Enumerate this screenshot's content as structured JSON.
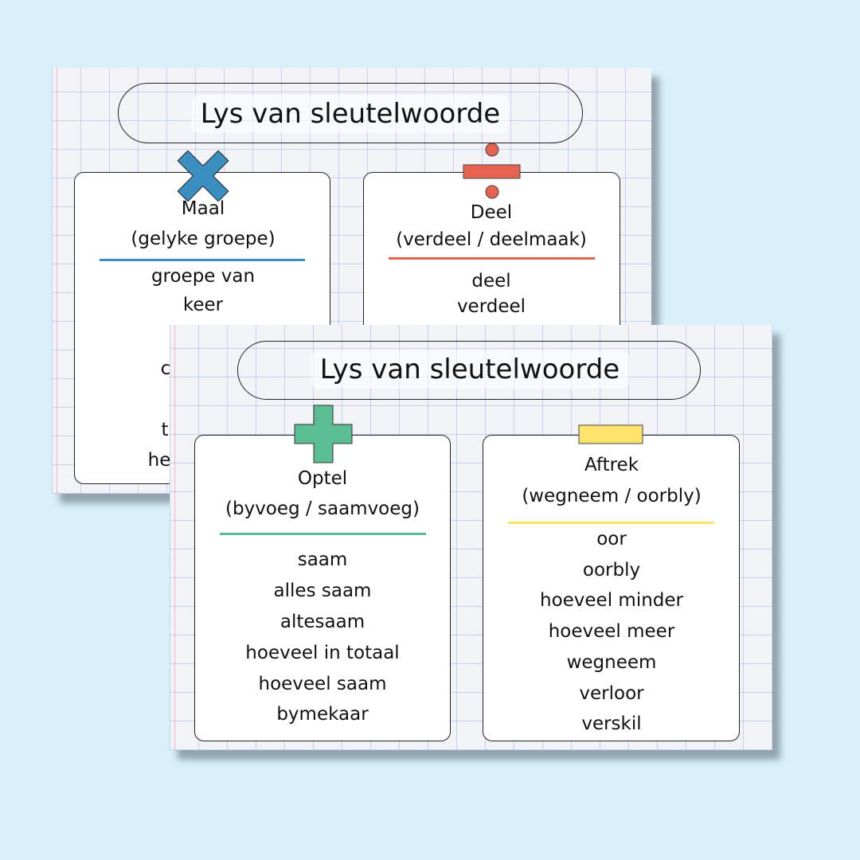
{
  "back": {
    "title": "Lys van sleutelwoorde",
    "multiply": {
      "heading": "Maal",
      "subheading": "(gelyke groepe)",
      "words": [
        "groepe van",
        "keer"
      ],
      "partial": [
        "c",
        "t",
        "he"
      ],
      "color": "#3a8fc0"
    },
    "divide": {
      "heading": "Deel",
      "subheading": "(verdeel  / deelmaak)",
      "words": [
        "deel",
        "verdeel"
      ],
      "color": "#e8634f"
    }
  },
  "front": {
    "title": "Lys van sleutelwoorde",
    "add": {
      "heading": "Optel",
      "subheading": "(byvoeg / saamvoeg)",
      "words": [
        "saam",
        "alles saam",
        "altesaam",
        "hoeveel in totaal",
        "hoeveel saam",
        "bymekaar"
      ],
      "color": "#5bbd94"
    },
    "subtract": {
      "heading": "Aftrek",
      "subheading": "(wegneem / oorbly)",
      "words": [
        "oor",
        "oorbly",
        "hoeveel minder",
        "hoeveel meer",
        "wegneem",
        "verloor",
        "verskil"
      ],
      "color": "#fce36a"
    }
  }
}
